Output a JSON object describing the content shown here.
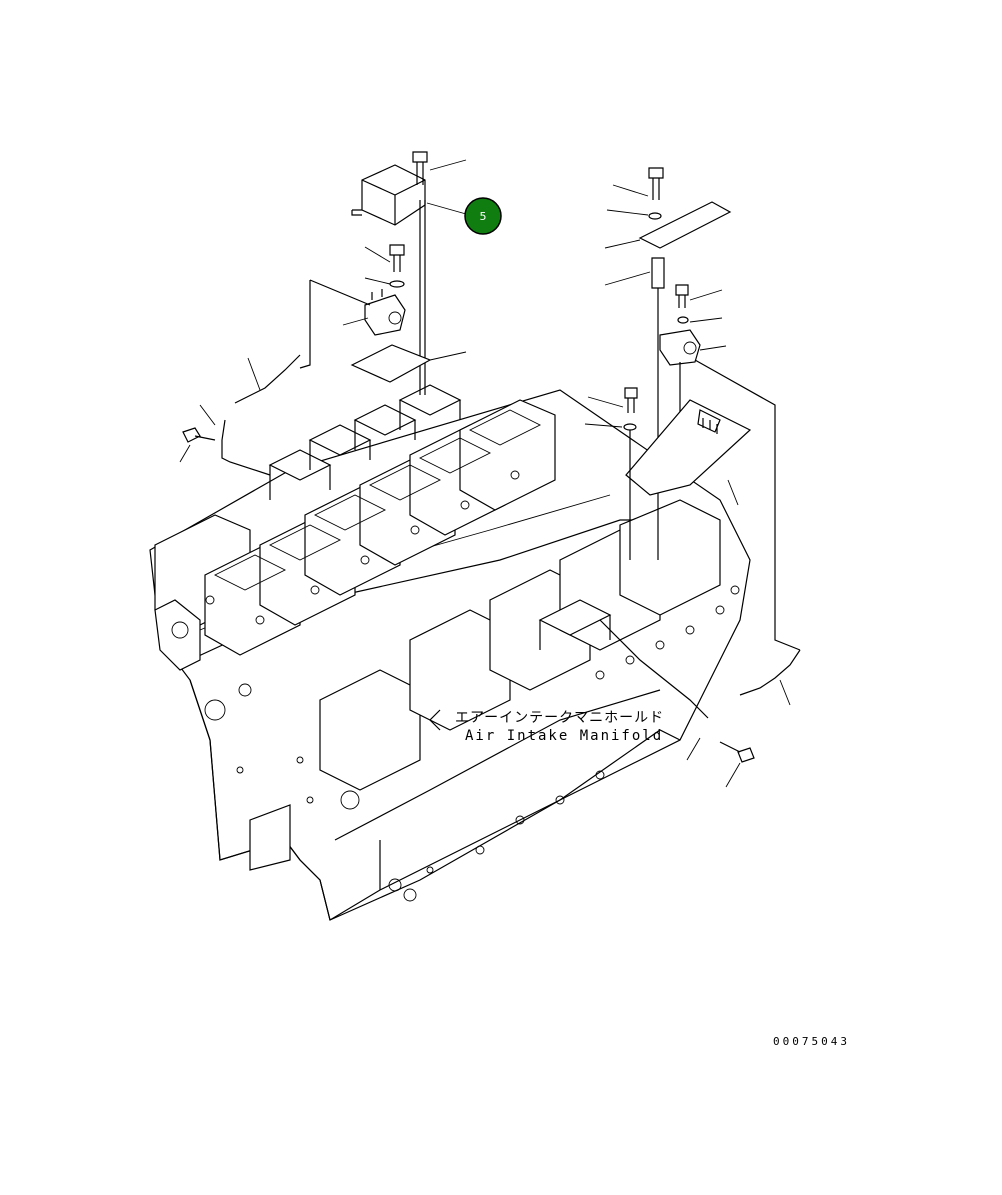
{
  "callout": {
    "number": "5",
    "color": "#0f7d0f"
  },
  "labels": {
    "japanese": "エアーインテークマニホールド",
    "english": "Air Intake Manifold"
  },
  "drawing_code": "00075043"
}
